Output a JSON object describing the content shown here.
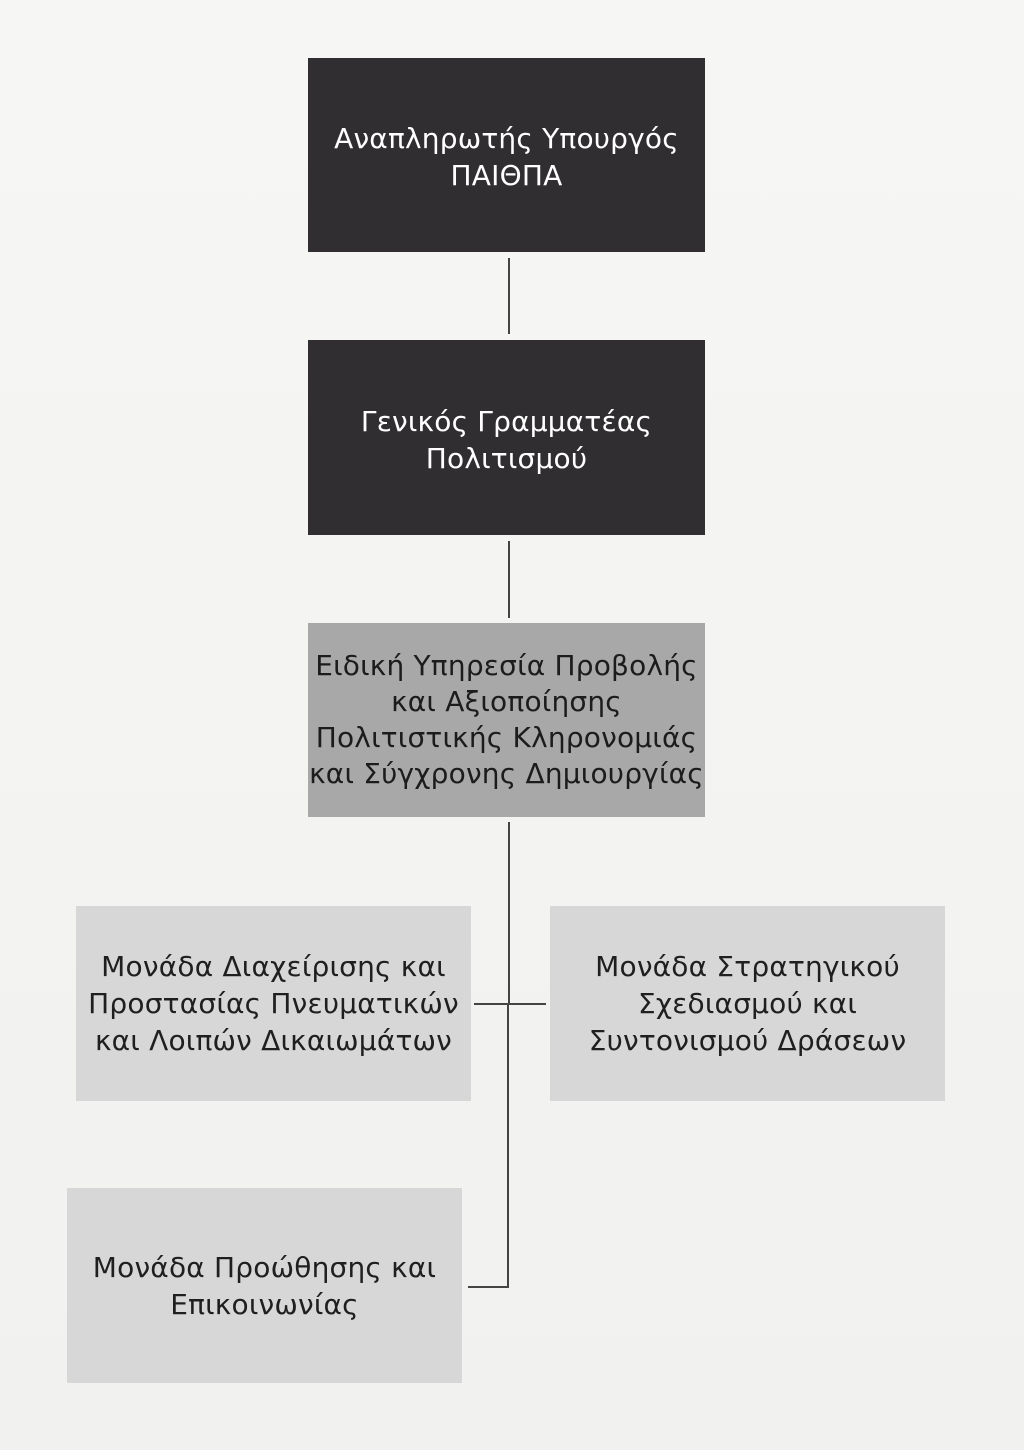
{
  "org_chart": {
    "minister": {
      "lines": [
        "Αναπληρωτής Υπουργός",
        "ΠΑΙΘΠΑ"
      ]
    },
    "secretary_general": {
      "lines": [
        "Γενικός Γραμματέας",
        "Πολιτισμού"
      ]
    },
    "special_service": {
      "lines": [
        "Ειδική Υπηρεσία Προβολής",
        "και Αξιοποίησης",
        "Πολιτιστικής Κληρονομιάς",
        "και Σύγχρονης Δημιουργίας"
      ]
    },
    "rights_unit": {
      "lines": [
        "Μονάδα Διαχείρισης και",
        "Προστασίας Πνευματικών",
        "και Λοιπών Δικαιωμάτων"
      ]
    },
    "strategy_unit": {
      "lines": [
        "Μονάδα Στρατηγικού",
        "Σχεδιασμού και",
        "Συντονισμού Δράσεων"
      ]
    },
    "promotion_unit": {
      "lines": [
        "Μονάδα Προώθησης και",
        "Επικοινωνίας"
      ]
    }
  },
  "colors": {
    "dark_box": "#302e30",
    "mid_box": "#a8a8a8",
    "light_box": "#d7d7d7",
    "connector": "#444444"
  }
}
